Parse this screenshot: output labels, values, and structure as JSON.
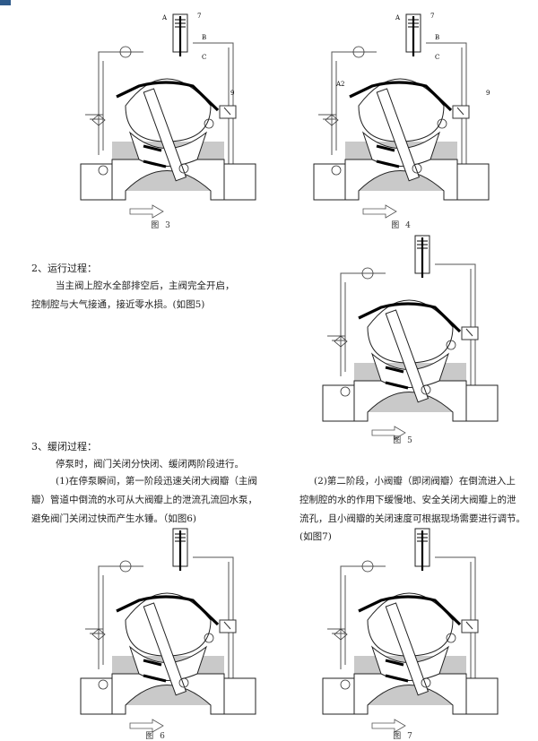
{
  "figures": [
    {
      "id": "fig3",
      "caption": "图 3",
      "labels": {
        "a": "A",
        "seven": "7",
        "b": "B",
        "c": "C",
        "nine": "9"
      }
    },
    {
      "id": "fig4",
      "caption": "图 4",
      "labels": {
        "a": "A",
        "seven": "7",
        "b": "B",
        "c": "C",
        "nine": "9",
        "a2": "A2"
      }
    },
    {
      "id": "fig5",
      "caption": "图 5"
    },
    {
      "id": "fig6",
      "caption": "图 6"
    },
    {
      "id": "fig7",
      "caption": "图 7"
    }
  ],
  "sections": {
    "run": {
      "heading": "2、运行过程：",
      "line1": "当主阀上腔水全部排空后，主阀完全开启，",
      "line2": "控制腔与大气接通，接近零水损。(如图5)"
    },
    "close": {
      "heading": "3、缓闭过程：",
      "intro": "停泵时，阀门关闭分快闭、缓闭两阶段进行。",
      "stage1": [
        "(1)在停泵瞬间，第一阶段迅速关闭大阀瓣（主阀",
        "瓣）管道中倒流的水可从大阀瓣上的泄流孔流回水泵，",
        "避免阀门关闭过快而产生水锤。（如图6)"
      ],
      "stage2": [
        "(2)第二阶段，小阀瓣（即闭阀瓣）在倒流进入上",
        "控制腔的水的作用下缓慢地、安全关闭大阀瓣上的泄",
        "流孔，且小阀瓣的关闭速度可根据现场需要进行调节。",
        "(如图7)"
      ]
    }
  }
}
